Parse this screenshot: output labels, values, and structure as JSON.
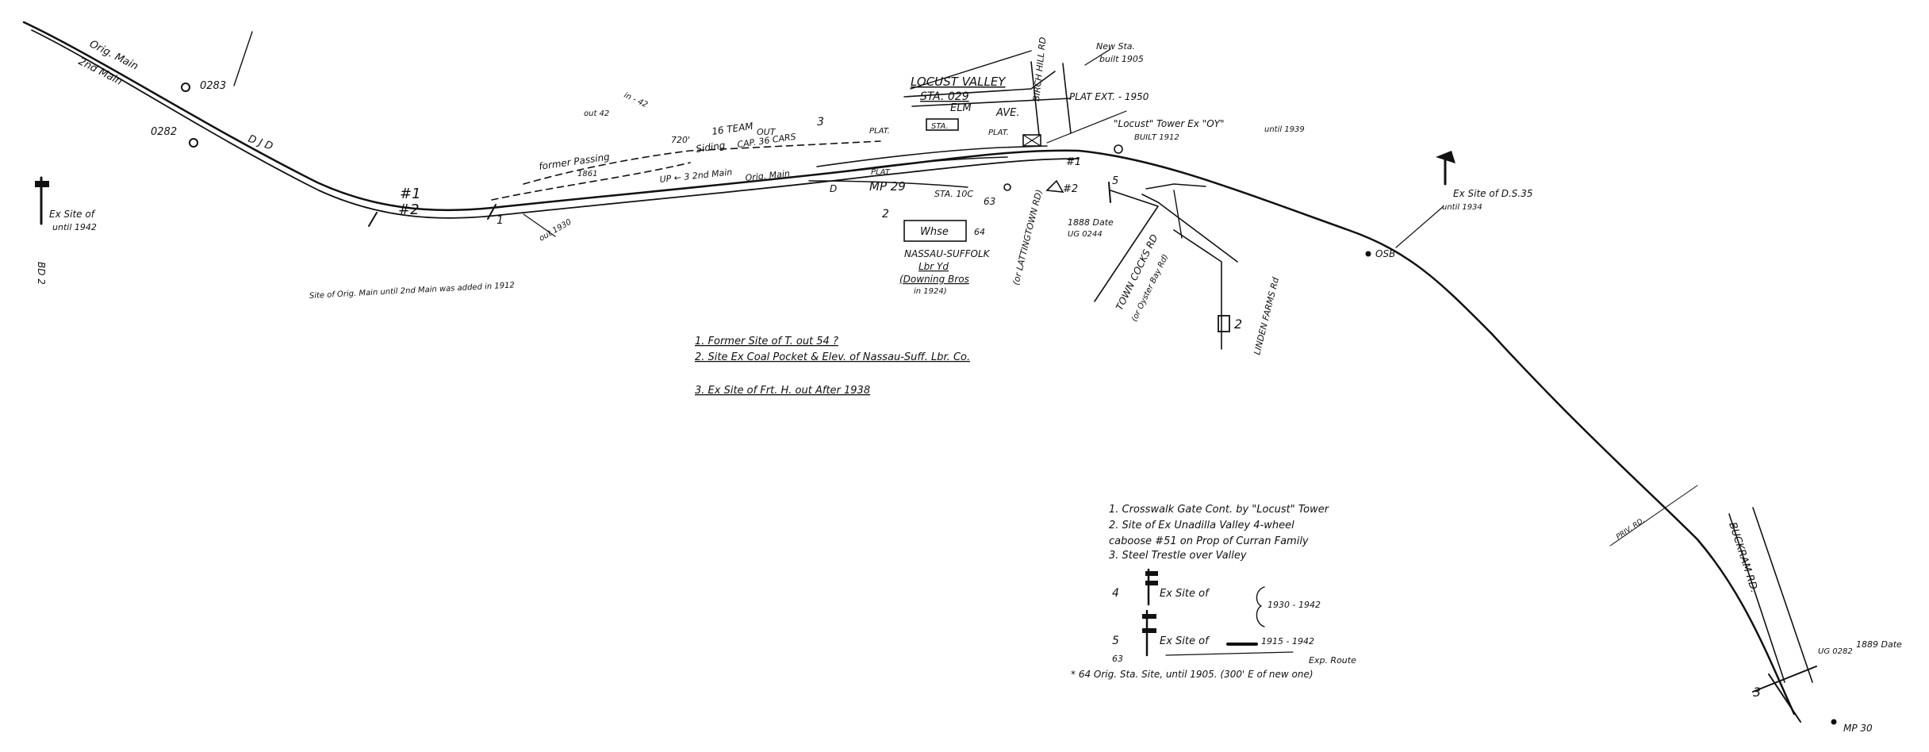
{
  "labels": {
    "orig_main": "Orig. Main",
    "second_main_top": "2nd Main",
    "mp_0283": "0283",
    "mp_0282": "0282",
    "d_j_d": "D    J    D",
    "ex_site_signal_left": "Ex Site of",
    "until_1942_left": "until 1942",
    "bd2": "BD 2",
    "track1": "#1",
    "track2": "#2",
    "num1_left": "1",
    "out_1930": "out 1930",
    "out_42": "out 42",
    "in_42": "in - 42",
    "curve_720": "720'",
    "former_passing": "former Passing",
    "year_1861": "1861",
    "siding": "Siding",
    "cap_36": "CAP. 36 CARS",
    "out": "OUT",
    "team_16": "16 TEAM",
    "up_2nd": "UP ← 3 2nd Main",
    "orig_main2": "Orig. Main",
    "d_lower": "D",
    "num3_upper": "3",
    "locust_valley": "LOCUST VALLEY",
    "sta_029": "STA. 029",
    "elm": "ELM",
    "ave": "AVE.",
    "birch_hill": "BIRCH HILL RD",
    "plat_left": "PLAT.",
    "sta_box": "STA.",
    "plat_right": "PLAT.",
    "plat_lower": "PLAT.",
    "new_sta": "New Sta.",
    "built_1905": "built 1905",
    "plat_ext": "PLAT EXT. - 1950",
    "locust_tower": "\"Locust\" Tower   Ex \"OY\"",
    "until_1939": "until 1939",
    "built_1912": "BUILT 1912",
    "track1_right": "#1",
    "track2_right": "#2",
    "num5": "5",
    "mp29": "MP 29",
    "sta_10c": "STA. 10C",
    "num63": "63",
    "num2_lower": "2",
    "whse": "Whse",
    "num64": "64",
    "nassau_suffolk": "NASSAU-SUFFOLK",
    "lbr_yd": "Lbr Yd",
    "downing_bros": "(Downing Bros",
    "in_1924": "in 1924)",
    "forest_ave": "(or LATTINGTOWN RD)",
    "date_1888": "1888 Date",
    "ug_0244": "UG 0244",
    "town_cocks": "TOWN COCKS RD",
    "oyster_bay_rd": "(or Oyster Bay Rd)",
    "linden_farms": "LINDEN FARMS Rd",
    "num2_right": "2",
    "ex_site_signal_right": "Ex Site of  D.S.35",
    "until_1934": "until 1934",
    "osb": "OSB",
    "site_note": "Site of Orig. Main until 2nd Main was added in 1912",
    "pvt_rd": "PRIV. RD.",
    "buckram_rd": "BUCKRAM RD.",
    "ug_0282": "UG 0282",
    "date_1889": "1889 Date",
    "num3_right": "3",
    "mp30": "MP 30"
  },
  "legend_center": [
    "1. Former Site of T. out 54 ?",
    "2. Site Ex Coal Pocket & Elev. of Nassau-Suff. Lbr. Co.",
    "3. Ex Site of Frt. H. out After 1938"
  ],
  "legend_right": {
    "line1": "1. Crosswalk Gate Cont. by \"Locust\" Tower",
    "line2": "2. Site of Ex Unadilla Valley 4-wheel",
    "line3": "caboose #51 on Prop of Curran Family",
    "line4": "3. Steel Trestle over Valley",
    "item4_num": "4",
    "item4_text": "Ex Site of",
    "item4_years": "1930 - 1942",
    "item5_num": "5",
    "item5_text": "Ex Site of",
    "item5_years": "1915 - 1942",
    "item63": "63",
    "item63_text": "Exp. Route",
    "item64": "* 64  Orig. Sta. Site, until 1905.  (300' E of new one)"
  },
  "colors": {
    "ink": "#111111",
    "paper": "#ffffff"
  }
}
